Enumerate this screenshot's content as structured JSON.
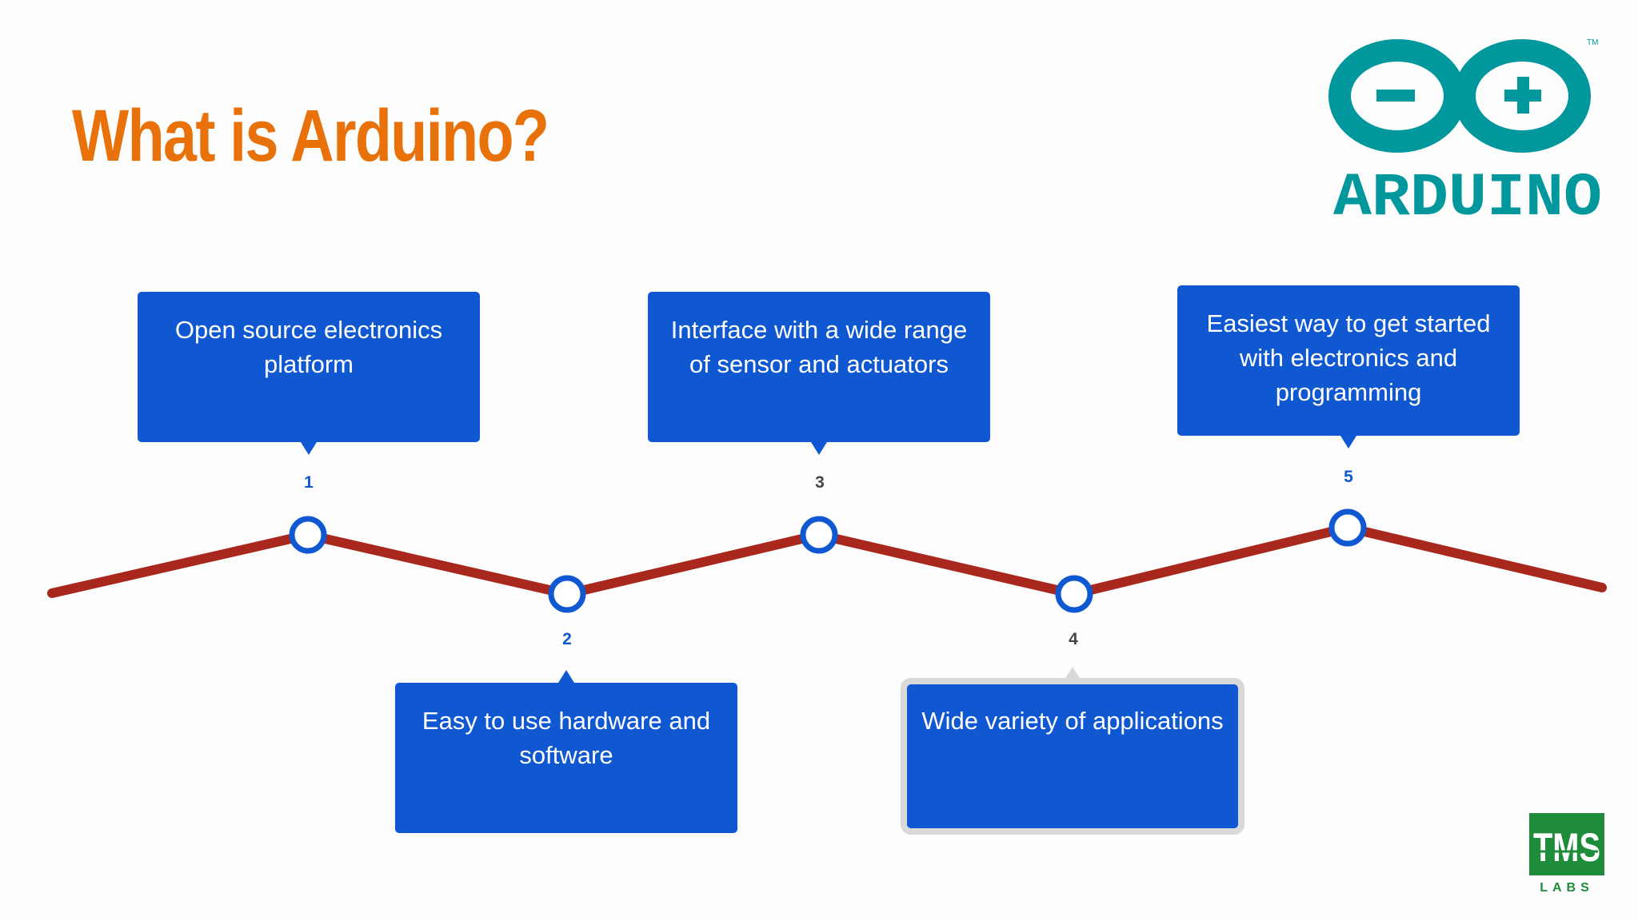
{
  "title": "What is Arduino?",
  "logos": {
    "arduino_wordmark": "ARDUINO",
    "arduino_tm": "TM",
    "tms_mark": "TMS",
    "tms_sub": "LABS"
  },
  "colors": {
    "title": "#e8710a",
    "line": "#a8281e",
    "node_ring": "#0f58d2",
    "callout_bg": "#0f58d2",
    "arduino_teal": "#00979d",
    "tms_green": "#1e8c3a"
  },
  "milestones": [
    {
      "number": "1",
      "text": "Open source electronics platform",
      "position": "above",
      "number_color": "#0f58d2"
    },
    {
      "number": "2",
      "text": "Easy to use hardware and software",
      "position": "below",
      "number_color": "#0f58d2"
    },
    {
      "number": "3",
      "text": "Interface with a wide range of sensor and actuators",
      "position": "above",
      "number_color": "#444444"
    },
    {
      "number": "4",
      "text": "Wide variety of applications",
      "position": "below",
      "number_color": "#444444"
    },
    {
      "number": "5",
      "text": "Easiest way to get started with electronics and programming",
      "position": "above",
      "number_color": "#0f58d2"
    }
  ]
}
